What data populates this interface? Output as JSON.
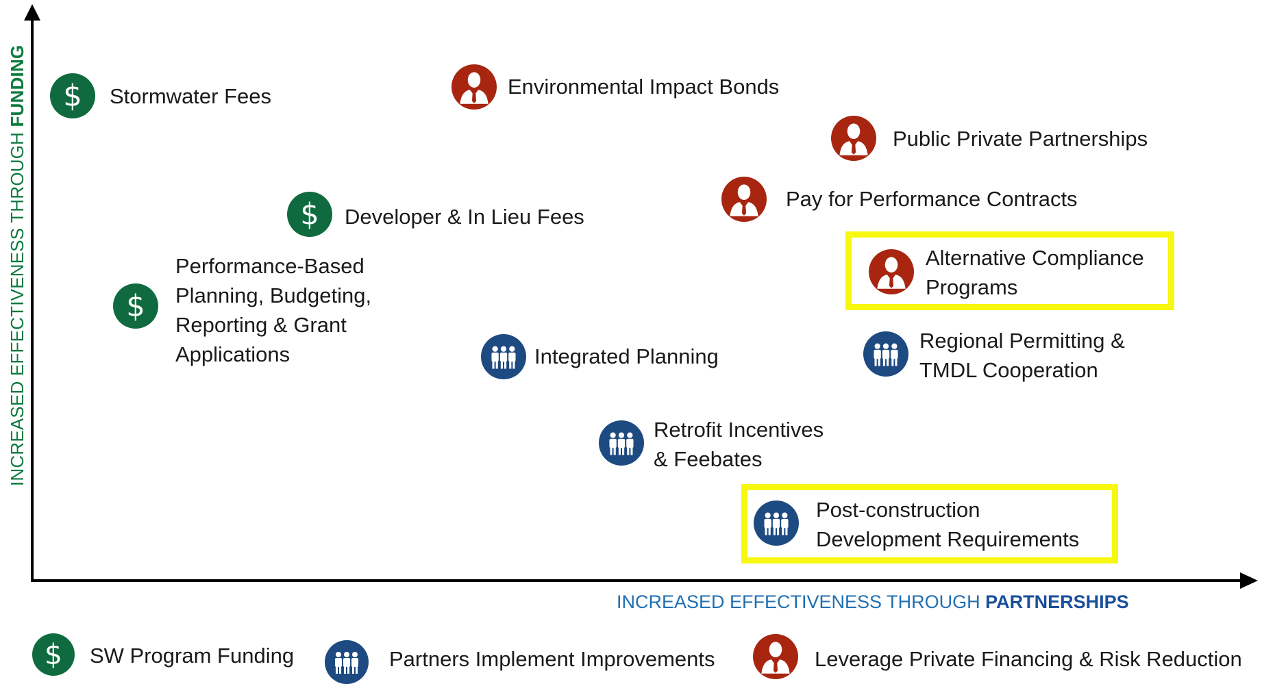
{
  "axes": {
    "y_label_prefix": "INCREASED EFFECTIVENESS THROUGH ",
    "y_label_bold": "FUNDING",
    "x_label_prefix": "INCREASED EFFECTIVENESS THROUGH ",
    "x_label_bold": "PARTNERSHIPS"
  },
  "colors": {
    "funding": "#0f6b3f",
    "partnerships": "#1d4a80",
    "private": "#a8250f",
    "highlight": "#f7f70f"
  },
  "items": [
    {
      "label_lines": [
        "Stormwater Fees"
      ],
      "category": "funding",
      "icon": "dollar-icon",
      "highlighted": false
    },
    {
      "label_lines": [
        "Environmental Impact Bonds"
      ],
      "category": "private",
      "icon": "businessman-icon",
      "highlighted": false
    },
    {
      "label_lines": [
        "Public Private Partnerships"
      ],
      "category": "private",
      "icon": "businessman-icon",
      "highlighted": false
    },
    {
      "label_lines": [
        "Pay for Performance Contracts"
      ],
      "category": "private",
      "icon": "businessman-icon",
      "highlighted": false
    },
    {
      "label_lines": [
        "Developer & In Lieu Fees"
      ],
      "category": "funding",
      "icon": "dollar-icon",
      "highlighted": false
    },
    {
      "label_lines": [
        "Alternative Compliance",
        "Programs"
      ],
      "category": "private",
      "icon": "businessman-icon",
      "highlighted": true
    },
    {
      "label_lines": [
        "Performance-Based",
        "Planning, Budgeting,",
        "Reporting & Grant",
        "Applications"
      ],
      "category": "funding",
      "icon": "dollar-icon",
      "highlighted": false
    },
    {
      "label_lines": [
        "Integrated Planning"
      ],
      "category": "partnerships",
      "icon": "people-icon",
      "highlighted": false
    },
    {
      "label_lines": [
        "Regional Permitting &",
        "TMDL Cooperation"
      ],
      "category": "partnerships",
      "icon": "people-icon",
      "highlighted": false
    },
    {
      "label_lines": [
        "Retrofit Incentives",
        "& Feebates"
      ],
      "category": "partnerships",
      "icon": "people-icon",
      "highlighted": false
    },
    {
      "label_lines": [
        "Post-construction",
        "Development Requirements"
      ],
      "category": "partnerships",
      "icon": "people-icon",
      "highlighted": true
    }
  ],
  "legend": [
    {
      "label": "SW Program Funding",
      "icon": "dollar-icon",
      "category": "funding"
    },
    {
      "label": "Partners Implement Improvements",
      "icon": "people-icon",
      "category": "partnerships"
    },
    {
      "label": "Leverage Private Financing & Risk Reduction",
      "icon": "businessman-icon",
      "category": "private"
    }
  ]
}
